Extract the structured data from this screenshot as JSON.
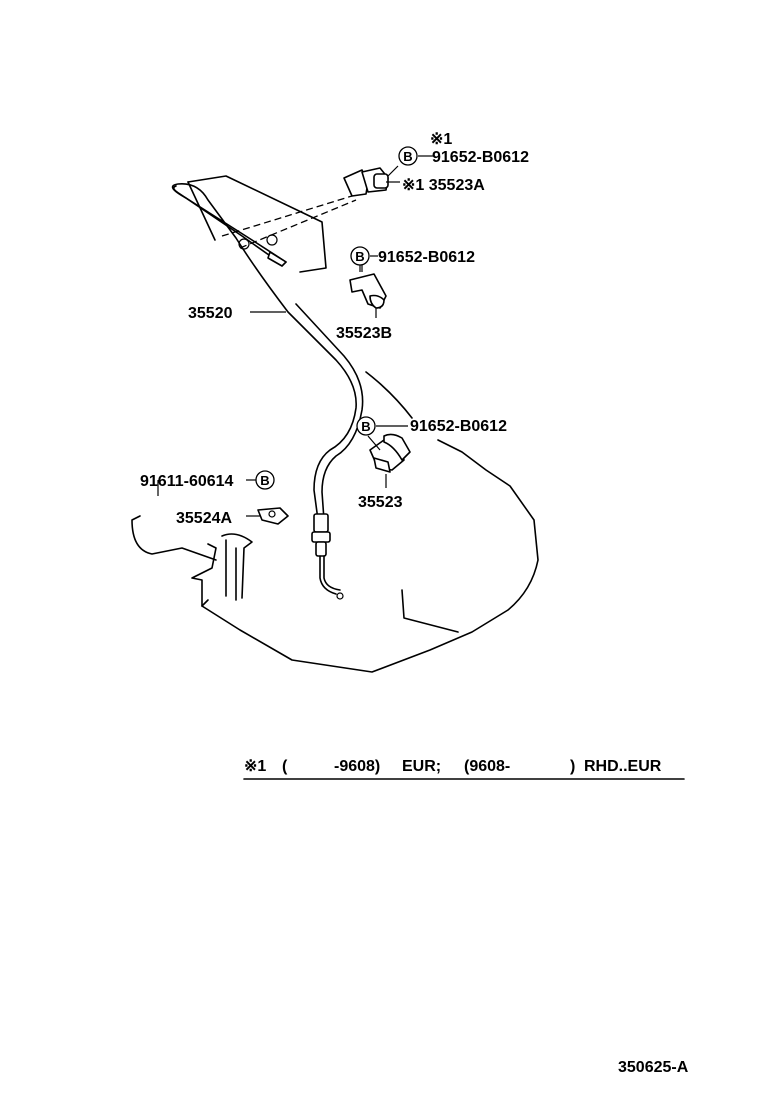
{
  "diagram": {
    "callouts": {
      "star1_top": "※1",
      "bolt_top": "91652-B0612",
      "part_35523a": "※1 35523A",
      "bolt_mid": "91652-B0612",
      "part_35523b": "35523B",
      "part_35520": "35520",
      "bolt_low": "91652-B0612",
      "part_35523": "35523",
      "bolt_left": "91611-60614",
      "part_35524a": "35524A"
    },
    "bolt_marker": "B",
    "footnote": {
      "mark": "※1",
      "open": "(",
      "range1": "-9608)",
      "region1": "EUR;",
      "open2": "(9608-",
      "close2": ")",
      "region2": "RHD..EUR"
    },
    "figure_id": "350625-A"
  }
}
